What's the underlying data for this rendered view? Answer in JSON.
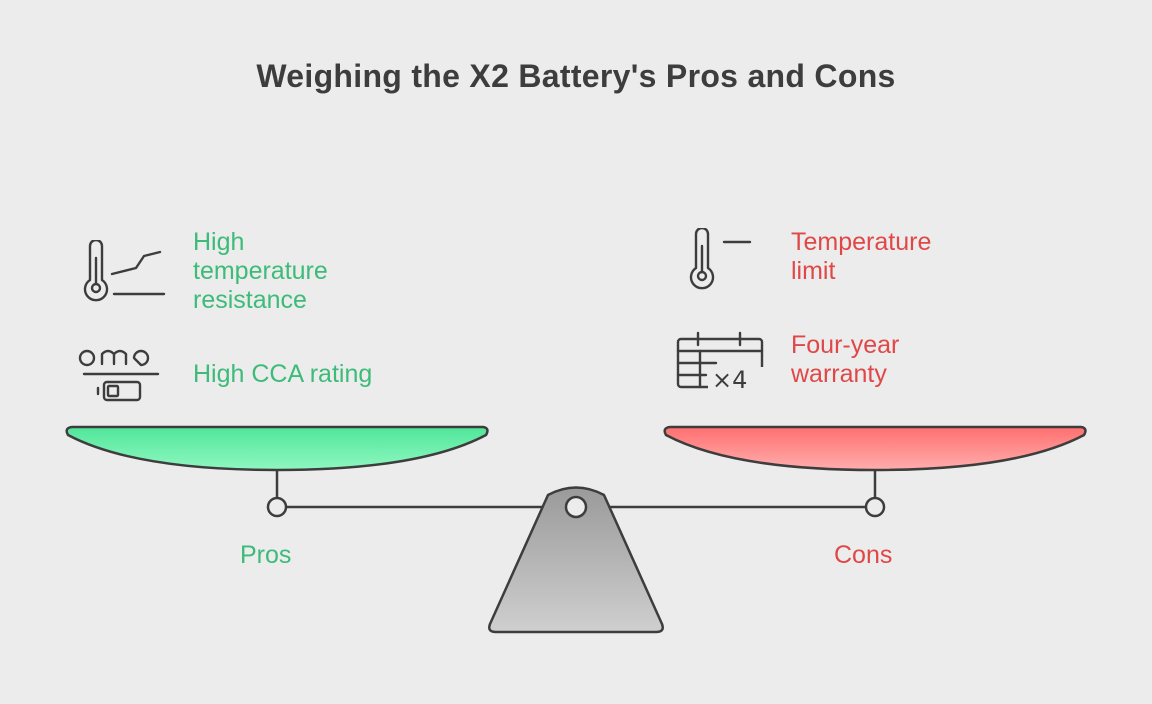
{
  "title": "Weighing the X2 Battery's Pros and Cons",
  "colors": {
    "pros": "#3dbb78",
    "cons": "#e04848",
    "pros_pan": "#6ef0a6",
    "cons_pan": "#ff8a8a",
    "stroke": "#3d3d3d"
  },
  "pros": {
    "label": "Pros",
    "items": [
      {
        "line1": "High",
        "line2": "temperature",
        "line3": "resistance",
        "icon": "thermometer-rising-icon"
      },
      {
        "line1": "High CCA rating",
        "icon": "battery-rating-icon"
      }
    ]
  },
  "cons": {
    "label": "Cons",
    "items": [
      {
        "line1": "Temperature",
        "line2": "limit",
        "icon": "thermometer-limit-icon"
      },
      {
        "line1": "Four-year",
        "line2": "warranty",
        "icon": "calendar-x4-icon"
      }
    ]
  },
  "calendar_badge": "×4"
}
